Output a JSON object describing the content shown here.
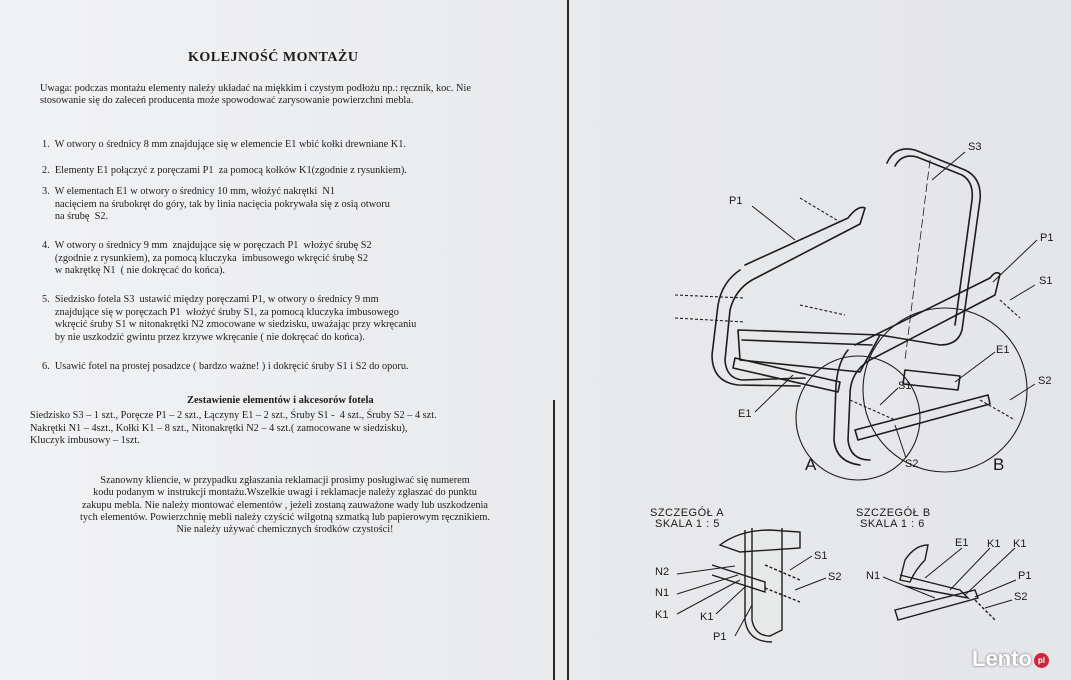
{
  "document": {
    "title": "KOLEJNOŚĆ MONTAŻU",
    "warning": "Uwaga: podczas montażu elementy należy układać na miękkim i czystym podłożu np.: ręcznik, koc. Nie stosowanie się do zaleceń producenta może spowodować zarysowanie powierzchni mebla.",
    "steps": [
      "1.  W otwory o średnicy 8 mm znajdujące się w elemencie E1 wbić kołki drewniane K1.",
      "2.  Elementy E1 połączyć z poręczami P1  za pomocą kołków K1(zgodnie z rysunkiem).",
      "3.  W elementach E1 w otwory o średnicy 10 mm, włożyć nakrętki  N1\n     nacięciem na śrubokręt do góry, tak by linia nacięcia pokrywała się z osią otworu\n     na śrubę  S2.",
      "4.  W otwory o średnicy 9 mm  znajdujące się w poręczach P1  włożyć śrubę S2\n     (zgodnie z rysunkiem), za pomocą kluczyka  imbusowego wkręcić śrubę S2\n     w nakrętkę N1  ( nie dokręcać do końca).",
      "5.  Siedzisko fotela S3  ustawić między poręczami P1, w otwory o średnicy 9 mm\n     znajdujące się w poręczach P1  włożyć śruby S1, za pomocą kluczyka imbusowego\n     wkręcić śruby S1 w nitonakrętki N2 zmocowane w siedzisku, uważając przy wkręcaniu\n     by nie uszkodzić gwintu przez krzywe wkręcanie ( nie dokręcać do końca).",
      "6.  Usawić fotel na prostej posadzce ( bardzo ważne! ) i dokręcić śruby S1 i S2 do oporu."
    ],
    "parts_heading": "Zestawienie elementów i akcesorów fotela",
    "parts_list": "Siedzisko S3 – 1 szt., Poręcze P1 – 2 szt., Łączyny E1 – 2 szt., Śruby S1 -  4 szt., Śruby S2 – 4 szt.\nNakrętki N1 – 4szt., Kołki K1 – 8 szt., Nitonakrętki N2 – 4 szt.( zamocowane w siedzisku),\nKluczyk imbusowy – 1szt.",
    "notice": [
      "Szanowny kliencie, w przypadku zgłaszania reklamacji prosimy posługiwać się numerem",
      "kodu podanym w instrukcji montażu.Wszelkie uwagi i reklamacje należy zgłaszać do punktu",
      "zakupu mebla. Nie należy montować elementów , jeżeli zostaną zauważone wady lub uszkodzenia",
      "tych elementów. Powierzchnię mebli należy czyścić wilgotną szmatką lub papierowym ręcznikiem.",
      "Nie należy używać chemicznych środków czystości!"
    ]
  },
  "drawing": {
    "labels": {
      "s3": "S3",
      "p1_left": "P1",
      "p1_right": "P1",
      "s1_top": "S1",
      "e1_right": "E1",
      "s1_mid": "S1",
      "s2_right": "S2",
      "e1_left": "E1",
      "s2_bottom": "S2",
      "circle_a": "A",
      "circle_b": "B"
    },
    "detail_a": {
      "title": "SZCZEGÓŁ A",
      "scale": "SKALA 1 : 5",
      "labels": {
        "n2": "N2",
        "n1": "N1",
        "k1_a": "K1",
        "k1_b": "K1",
        "p1": "P1",
        "s1": "S1",
        "s2": "S2"
      }
    },
    "detail_b": {
      "title": "SZCZEGÓŁ B",
      "scale": "SKALA 1 : 6",
      "labels": {
        "e1": "E1",
        "k1_a": "K1",
        "k1_b": "K1",
        "n1": "N1",
        "p1": "P1",
        "s2": "S2"
      }
    }
  },
  "watermark": {
    "brand": "Lento",
    "suffix": "pl"
  }
}
